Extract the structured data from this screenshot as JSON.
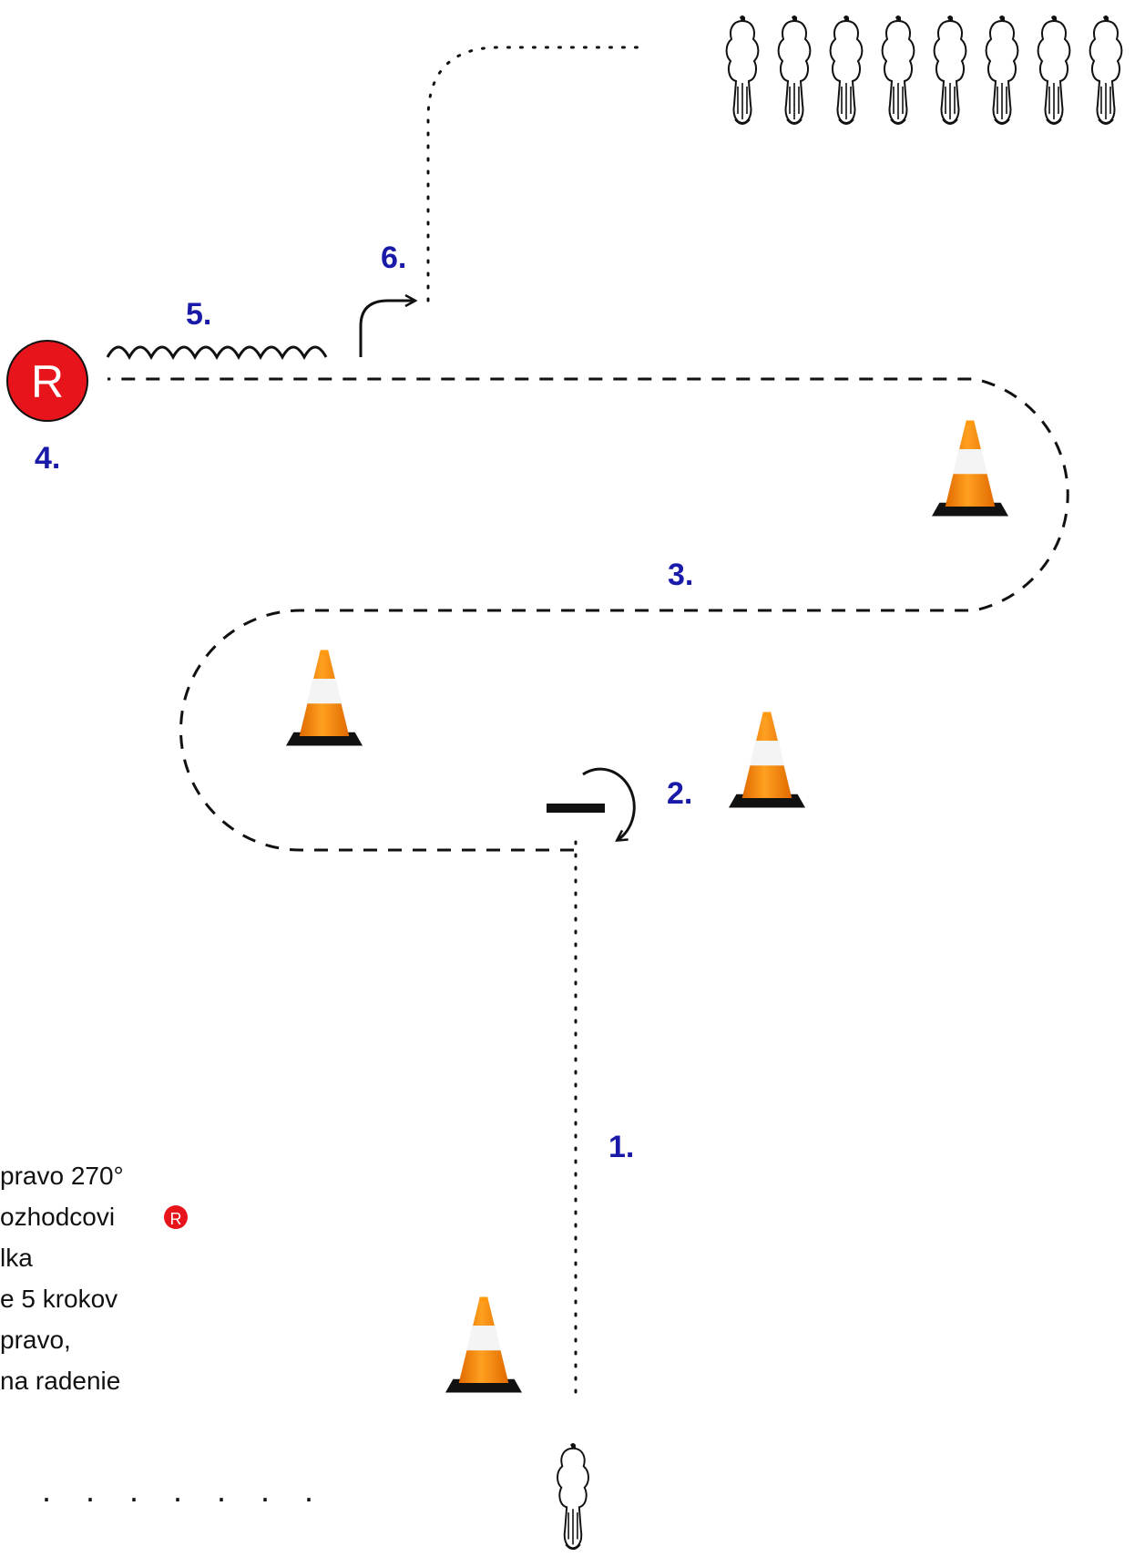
{
  "diagram": {
    "steps": [
      {
        "number": "1."
      },
      {
        "number": "2."
      },
      {
        "number": "3."
      },
      {
        "number": "4."
      },
      {
        "number": "5."
      },
      {
        "number": "6."
      }
    ],
    "referee_marker": {
      "letter": "R"
    },
    "legend_lines": [
      "pravo 270°",
      "ozhodcovi",
      "lka",
      "e 5 krokov",
      "pravo,",
      "na radenie"
    ],
    "legend_marker_letter": "R",
    "footer_dots": ". . . . . . .",
    "colors": {
      "step_number": "#1a1aa8",
      "referee_red": "#e8141c",
      "cone_orange": "#ff8a00",
      "path_black": "#111111"
    }
  }
}
